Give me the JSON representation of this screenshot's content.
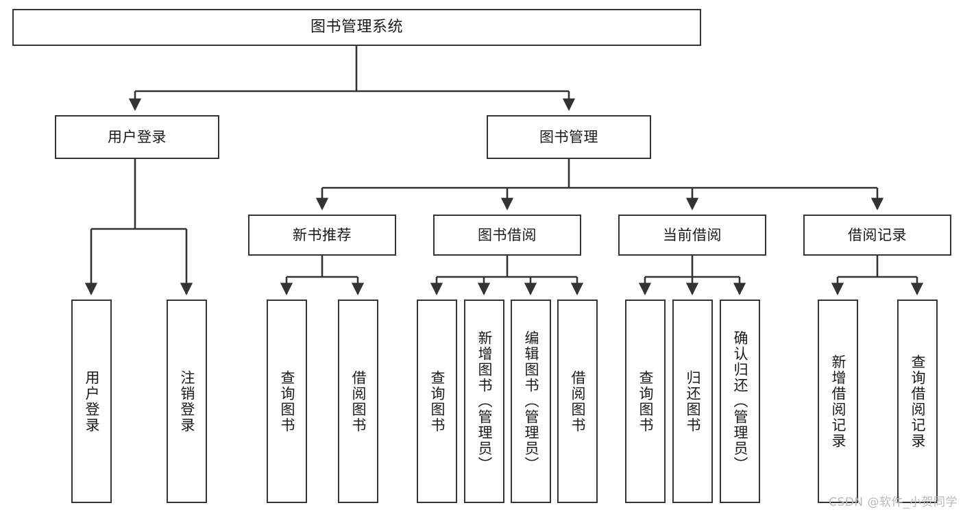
{
  "diagram": {
    "title": "图书管理系统",
    "root": {
      "id": "root",
      "label": "图书管理系统"
    },
    "level2": [
      {
        "id": "user-login",
        "label": "用户登录"
      },
      {
        "id": "book-manage",
        "label": "图书管理"
      }
    ],
    "level3": [
      {
        "id": "new-book-recommend",
        "label": "新书推荐"
      },
      {
        "id": "book-borrow",
        "label": "图书借阅"
      },
      {
        "id": "current-borrow",
        "label": "当前借阅"
      },
      {
        "id": "borrow-record",
        "label": "借阅记录"
      }
    ],
    "leaves": {
      "user-login": [
        {
          "id": "leaf-user-login",
          "label": "用户登录"
        },
        {
          "id": "leaf-user-logout",
          "label": "注销登录"
        }
      ],
      "new-book-recommend": [
        {
          "id": "leaf-query-book-1",
          "label": "查询图书"
        },
        {
          "id": "leaf-borrow-book-1",
          "label": "借阅图书"
        }
      ],
      "book-borrow": [
        {
          "id": "leaf-query-book-2",
          "label": "查询图书"
        },
        {
          "id": "leaf-add-book",
          "label": "新增图书（管理员）"
        },
        {
          "id": "leaf-edit-book",
          "label": "编辑图书（管理员）"
        },
        {
          "id": "leaf-borrow-book-2",
          "label": "借阅图书"
        }
      ],
      "current-borrow": [
        {
          "id": "leaf-query-book-3",
          "label": "查询图书"
        },
        {
          "id": "leaf-return-book",
          "label": "归还图书"
        },
        {
          "id": "leaf-confirm-return",
          "label": "确认归还（管理员）"
        }
      ],
      "borrow-record": [
        {
          "id": "leaf-add-record",
          "label": "新增借阅记录"
        },
        {
          "id": "leaf-query-record",
          "label": "查询借阅记录"
        }
      ]
    }
  },
  "watermark": {
    "text": "CSDN @软件_小贺同学"
  },
  "colors": {
    "border": "#333333",
    "background": "#ffffff",
    "text": "#1a1a1a",
    "watermark": "#b9b9b9"
  }
}
